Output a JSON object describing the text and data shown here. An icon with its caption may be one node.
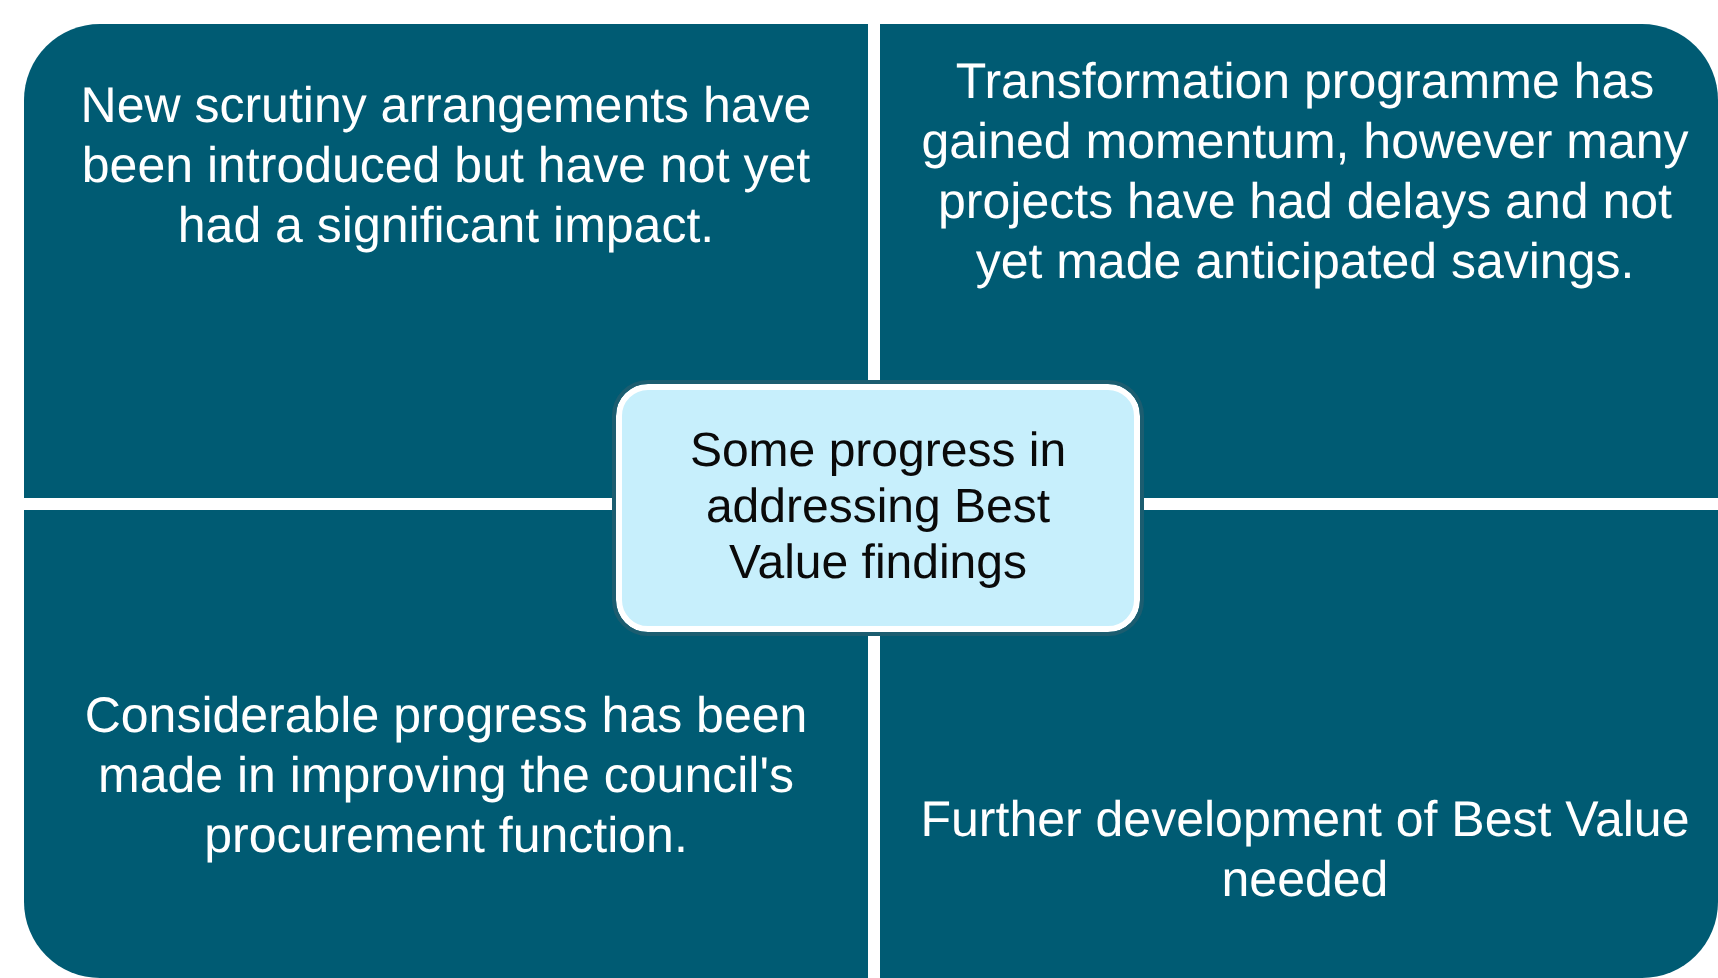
{
  "diagram": {
    "nodes": [
      {
        "text": [
          "New scrutiny arrangements have been introduced but have not yet had a significant impact."
        ]
      },
      {
        "text": [
          "Transformation programme has gained momentum, however many projects have had delays and not yet made anticipated savings."
        ]
      },
      {
        "text": [
          "Considerable progress has been made in improving the council's procurement function."
        ]
      },
      {
        "text": [
          "Further development of Best Value needed"
        ]
      },
      {
        "text": [
          "Some progress in addressing Best Value findings"
        ]
      }
    ]
  }
}
